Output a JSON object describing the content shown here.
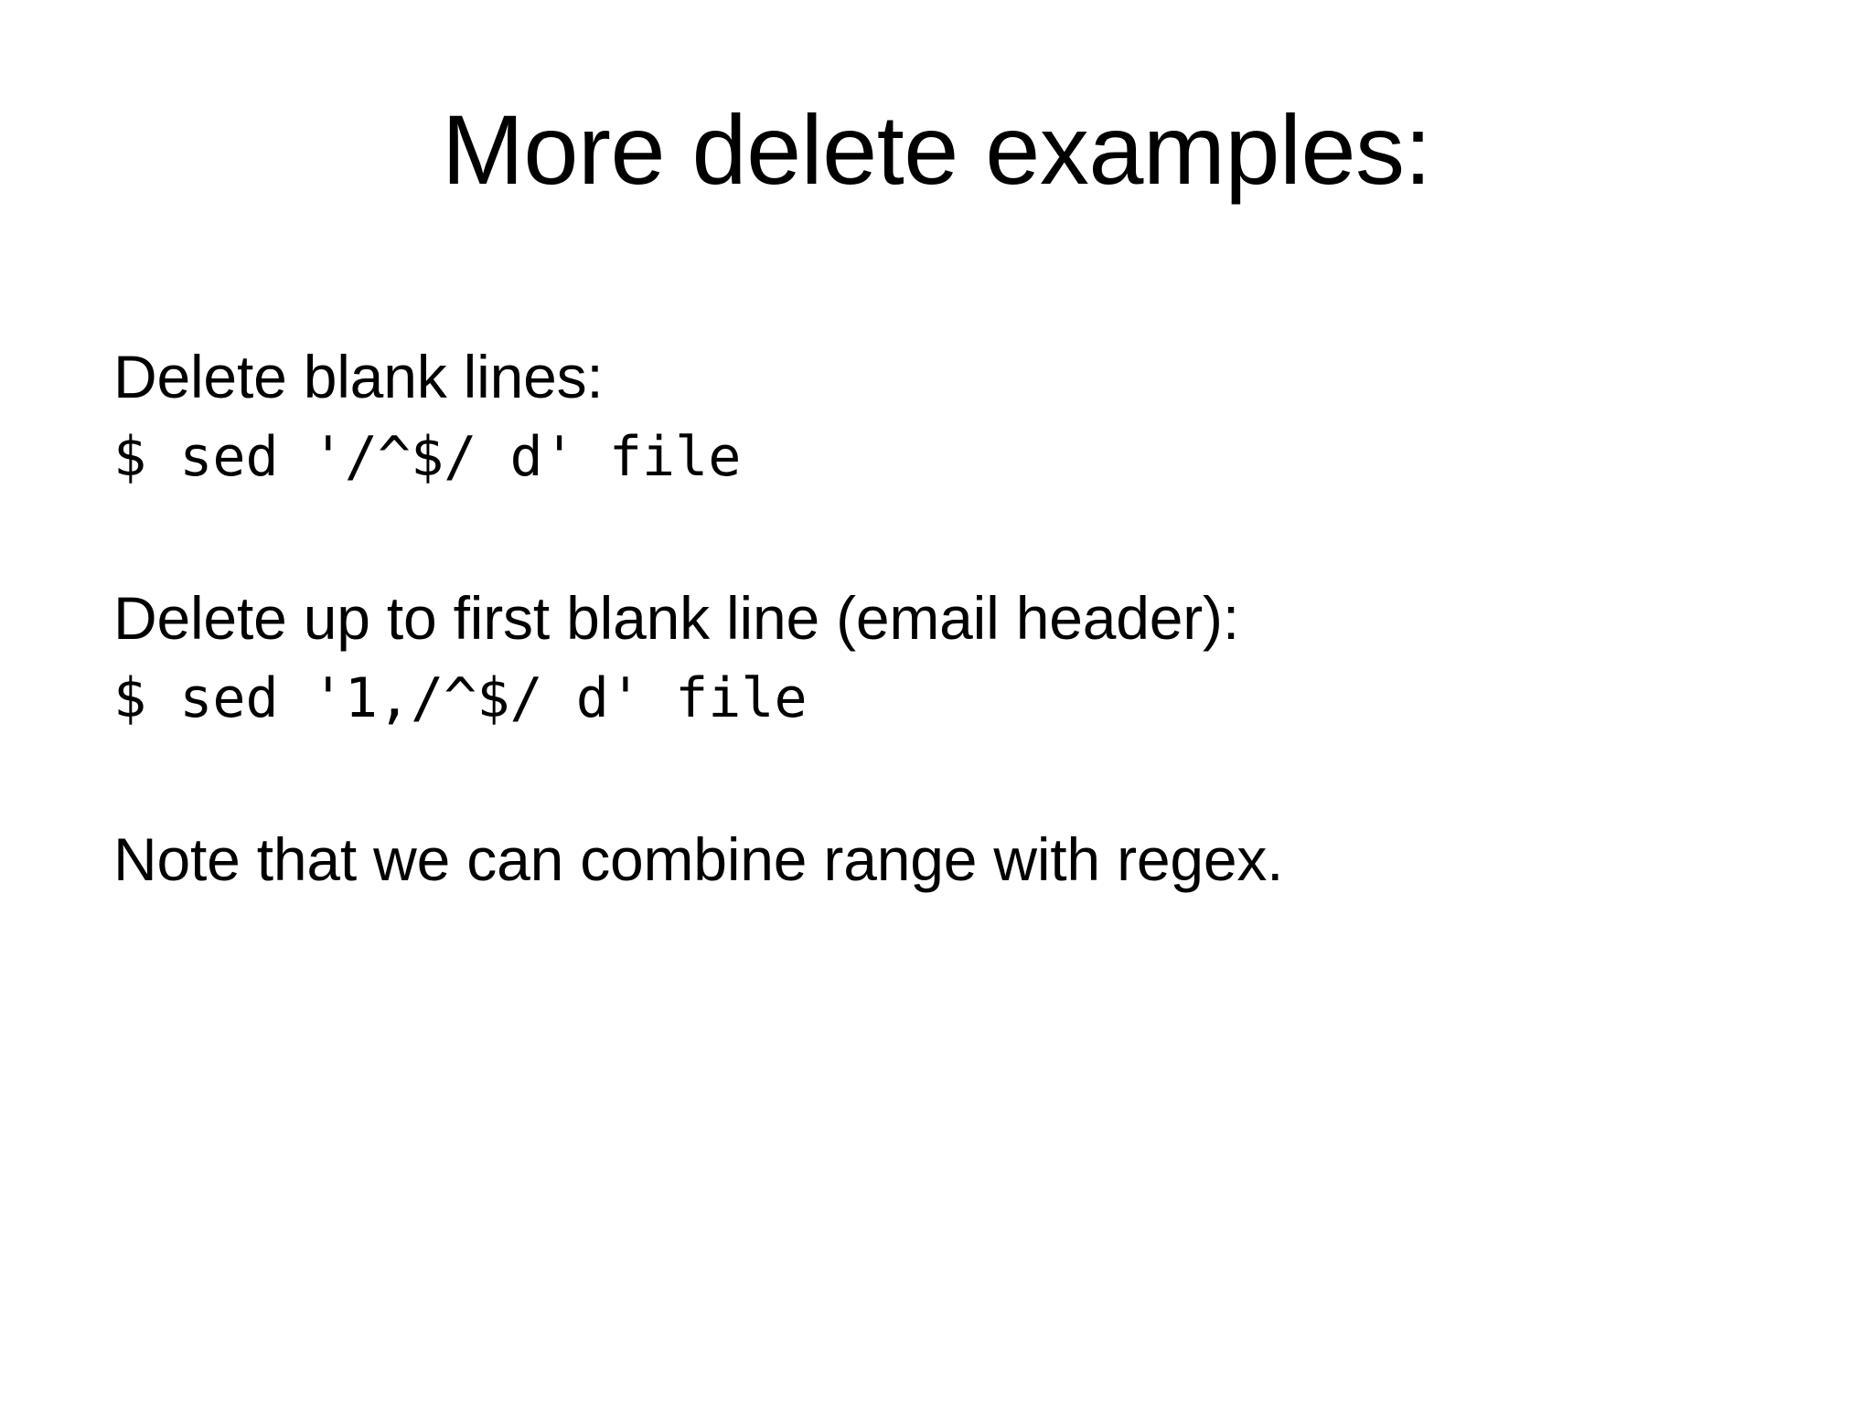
{
  "slide": {
    "title": "More delete examples:",
    "background_color": "#ffffff",
    "text_color": "#000000",
    "lines": [
      {
        "text": "Delete blank lines:",
        "style": "text"
      },
      {
        "text": "$ sed '/^$/ d' file",
        "style": "code"
      },
      {
        "text": "",
        "style": "spacer"
      },
      {
        "text": "Delete up to first blank line (email header):",
        "style": "text"
      },
      {
        "text": "$ sed '1,/^$/ d' file",
        "style": "code"
      },
      {
        "text": "",
        "style": "spacer"
      },
      {
        "text": "Note that we can combine range with regex.",
        "style": "text"
      }
    ]
  }
}
